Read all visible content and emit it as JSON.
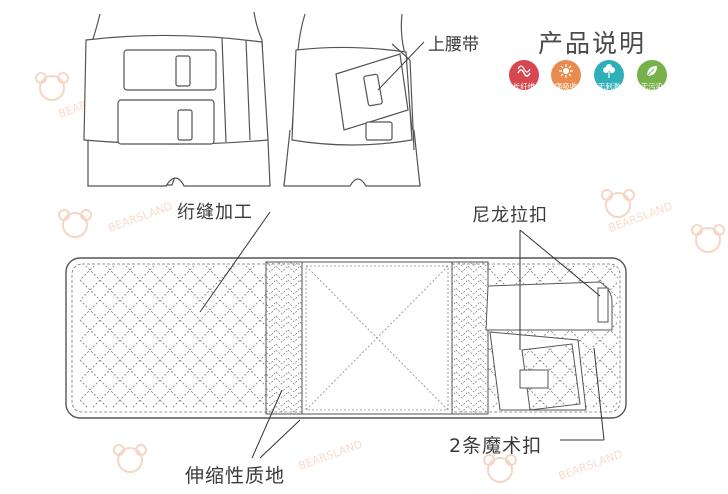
{
  "labels": {
    "upper_belt": "上腰带",
    "sewing": "绗缝加工",
    "nylon_buckle": "尼龙拉扣",
    "magic_strips": "2条魔术扣",
    "elastic": "伸缩性质地"
  },
  "product_info": {
    "title": "产品说明",
    "features": [
      {
        "label": "长纤维",
        "color": "#d7474f",
        "icon": "fiber-icon"
      },
      {
        "label": "强吸收",
        "color": "#e98b4e",
        "icon": "sun-icon"
      },
      {
        "label": "无刺激",
        "color": "#2fb0b8",
        "icon": "cotton-icon"
      },
      {
        "label": "无污染",
        "color": "#77b14a",
        "icon": "leaf-icon"
      }
    ]
  },
  "watermark": {
    "text": "BEARSLAND",
    "color": "#f6dccd"
  }
}
